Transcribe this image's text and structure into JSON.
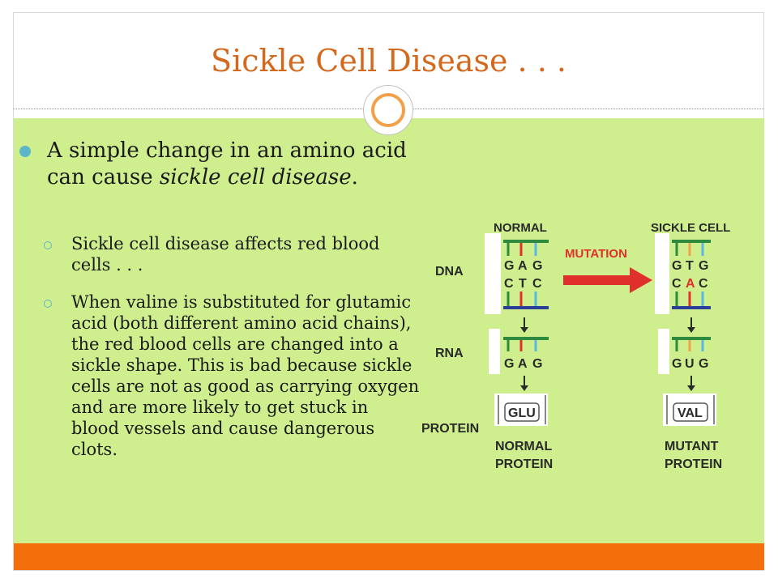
{
  "slide": {
    "title": "Sickle Cell Disease . . .",
    "bullet": {
      "lead": "A simple change in an amino acid can cause ",
      "emphasis": "sickle cell disease",
      "tail": "."
    },
    "subbullets": [
      "Sickle cell disease affects red blood cells . . .",
      "When valine is substituted for glutamic acid (both different amino acid chains), the red blood cells are changed into a sickle shape. This is bad because sickle cells are not as good as carrying oxygen and are more likely to get stuck in blood vessels and cause dangerous clots."
    ]
  },
  "diagram": {
    "normal_heading": "NORMAL",
    "sickle_heading": "SICKLE CELL",
    "mutation_label": "MUTATION",
    "row_labels": {
      "dna": "DNA",
      "rna": "RNA",
      "protein": "PROTEIN"
    },
    "normal": {
      "dna_top": [
        "G",
        "A",
        "G"
      ],
      "dna_bottom": [
        "C",
        "T",
        "C"
      ],
      "rna": [
        "G",
        "A",
        "G"
      ],
      "protein": "GLU",
      "caption_1": "NORMAL",
      "caption_2": "PROTEIN"
    },
    "sickle": {
      "dna_top": [
        "G",
        "T",
        "G"
      ],
      "dna_bottom": [
        "C",
        "A",
        "C"
      ],
      "rna": [
        "G",
        "U",
        "G"
      ],
      "protein": "VAL",
      "caption_1": "MUTANT",
      "caption_2": "PROTEIN"
    },
    "colors": {
      "title": "#d4691e",
      "content_bg": "#cfee8e",
      "bottom_bar": "#f46e0c",
      "arrow": "#e0302b",
      "mutated_base": "#e0302b",
      "strand_green": "#2e8b3e",
      "strand_blue": "#2b3f9a"
    }
  }
}
